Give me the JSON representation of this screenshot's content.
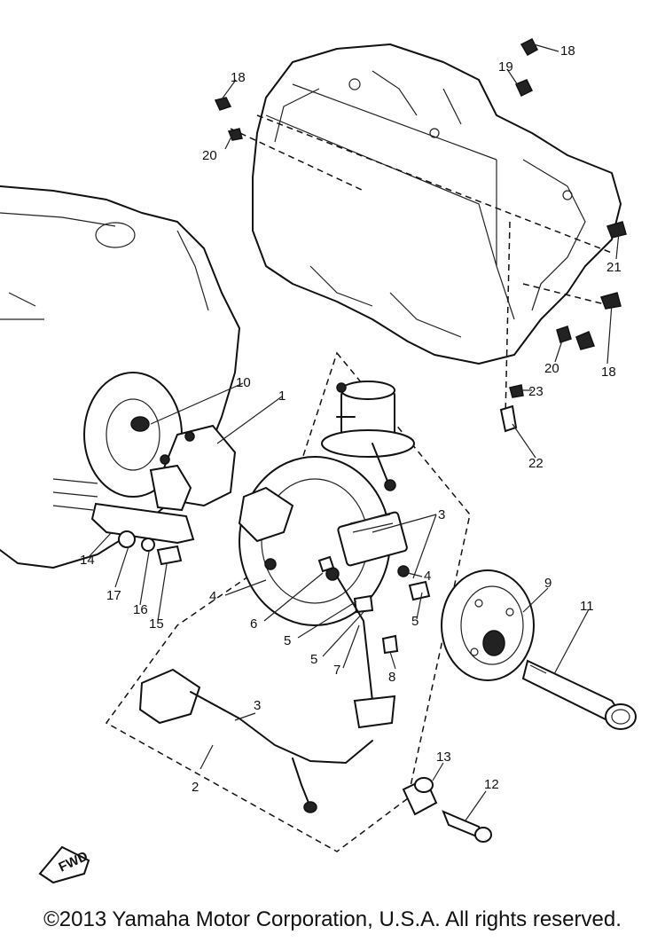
{
  "callouts": [
    {
      "id": "18a",
      "label": "18"
    },
    {
      "id": "20a",
      "label": "20"
    },
    {
      "id": "18b",
      "label": "18"
    },
    {
      "id": "19",
      "label": "19"
    },
    {
      "id": "21",
      "label": "21"
    },
    {
      "id": "20b",
      "label": "20"
    },
    {
      "id": "18c",
      "label": "18"
    },
    {
      "id": "23",
      "label": "23"
    },
    {
      "id": "22",
      "label": "22"
    },
    {
      "id": "10",
      "label": "10"
    },
    {
      "id": "1",
      "label": "1"
    },
    {
      "id": "3a",
      "label": "3"
    },
    {
      "id": "4a",
      "label": "4"
    },
    {
      "id": "4b",
      "label": "4"
    },
    {
      "id": "5a",
      "label": "5"
    },
    {
      "id": "6",
      "label": "6"
    },
    {
      "id": "5b",
      "label": "5"
    },
    {
      "id": "5c",
      "label": "5"
    },
    {
      "id": "7",
      "label": "7"
    },
    {
      "id": "8",
      "label": "8"
    },
    {
      "id": "9",
      "label": "9"
    },
    {
      "id": "11",
      "label": "11"
    },
    {
      "id": "14",
      "label": "14"
    },
    {
      "id": "17",
      "label": "17"
    },
    {
      "id": "16",
      "label": "16"
    },
    {
      "id": "15",
      "label": "15"
    },
    {
      "id": "3b",
      "label": "3"
    },
    {
      "id": "2",
      "label": "2"
    },
    {
      "id": "13",
      "label": "13"
    },
    {
      "id": "12",
      "label": "12"
    }
  ],
  "fwd_marker": "FWD",
  "copyright": "©2013 Yamaha Motor Corporation, U.S.A. All rights reserved."
}
